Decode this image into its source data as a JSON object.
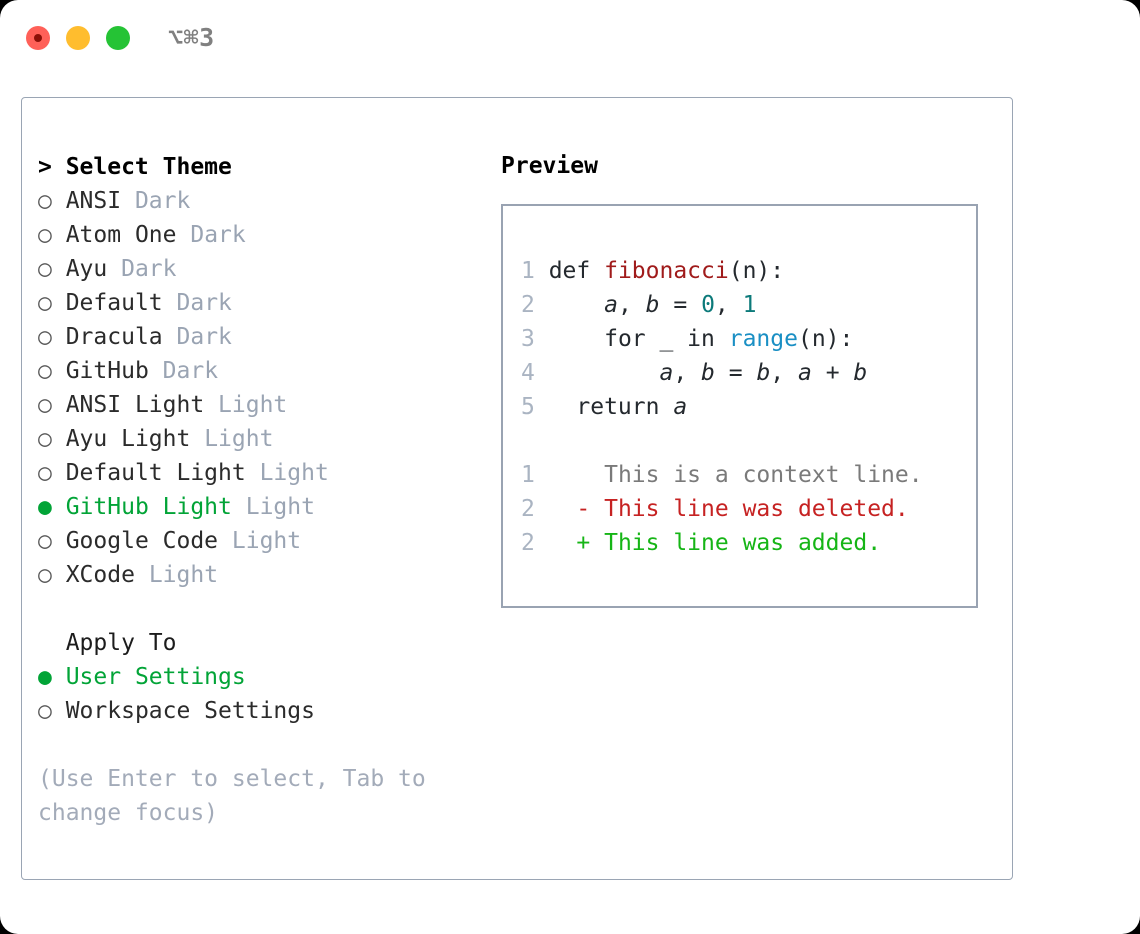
{
  "titlebar": {
    "shortcut": "⌥⌘3",
    "buttons": [
      {
        "name": "close",
        "color": "#ff6058"
      },
      {
        "name": "minimize",
        "color": "#ffbd2e"
      },
      {
        "name": "maximize",
        "color": "#25c335"
      }
    ]
  },
  "theme_list": {
    "header": "> Select Theme",
    "items": [
      {
        "marker": "○",
        "name": "ANSI",
        "kind": "Dark",
        "selected": false
      },
      {
        "marker": "○",
        "name": "Atom One",
        "kind": "Dark",
        "selected": false
      },
      {
        "marker": "○",
        "name": "Ayu",
        "kind": "Dark",
        "selected": false
      },
      {
        "marker": "○",
        "name": "Default",
        "kind": "Dark",
        "selected": false
      },
      {
        "marker": "○",
        "name": "Dracula",
        "kind": "Dark",
        "selected": false
      },
      {
        "marker": "○",
        "name": "GitHub",
        "kind": "Dark",
        "selected": false
      },
      {
        "marker": "○",
        "name": "ANSI Light",
        "kind": "Light",
        "selected": false
      },
      {
        "marker": "○",
        "name": "Ayu Light",
        "kind": "Light",
        "selected": false
      },
      {
        "marker": "○",
        "name": "Default Light",
        "kind": "Light",
        "selected": false
      },
      {
        "marker": "●",
        "name": "GitHub Light",
        "kind": "Light",
        "selected": true
      },
      {
        "marker": "○",
        "name": "Google Code",
        "kind": "Light",
        "selected": false
      },
      {
        "marker": "○",
        "name": "XCode",
        "kind": "Light",
        "selected": false
      }
    ]
  },
  "apply_to": {
    "header": "Apply To",
    "items": [
      {
        "marker": "●",
        "name": "User Settings",
        "selected": true
      },
      {
        "marker": "○",
        "name": "Workspace Settings",
        "selected": false
      }
    ]
  },
  "hint": "(Use Enter to select, Tab to change focus)",
  "preview": {
    "title": "Preview",
    "code_lines": [
      {
        "num": "1",
        "indent": "",
        "tokens": [
          {
            "t": "def ",
            "c": "plain"
          },
          {
            "t": "fibonacci",
            "c": "func"
          },
          {
            "t": "(n):",
            "c": "plain"
          }
        ]
      },
      {
        "num": "2",
        "indent": "    ",
        "tokens": [
          {
            "t": "a",
            "c": "var"
          },
          {
            "t": ", ",
            "c": "plain"
          },
          {
            "t": "b",
            "c": "var"
          },
          {
            "t": " = ",
            "c": "plain"
          },
          {
            "t": "0",
            "c": "num"
          },
          {
            "t": ", ",
            "c": "plain"
          },
          {
            "t": "1",
            "c": "num"
          }
        ]
      },
      {
        "num": "3",
        "indent": "    ",
        "tokens": [
          {
            "t": "for _ in ",
            "c": "plain"
          },
          {
            "t": "range",
            "c": "builtin"
          },
          {
            "t": "(n):",
            "c": "plain"
          }
        ]
      },
      {
        "num": "4",
        "indent": "        ",
        "tokens": [
          {
            "t": "a",
            "c": "var"
          },
          {
            "t": ", ",
            "c": "plain"
          },
          {
            "t": "b",
            "c": "var"
          },
          {
            "t": " = ",
            "c": "plain"
          },
          {
            "t": "b",
            "c": "var"
          },
          {
            "t": ", ",
            "c": "plain"
          },
          {
            "t": "a",
            "c": "var"
          },
          {
            "t": " + ",
            "c": "plain"
          },
          {
            "t": "b",
            "c": "var"
          }
        ]
      },
      {
        "num": "5",
        "indent": "  ",
        "tokens": [
          {
            "t": "return ",
            "c": "plain"
          },
          {
            "t": "a",
            "c": "var"
          }
        ]
      }
    ],
    "diff_lines": [
      {
        "num": "1",
        "sign": " ",
        "text": " This is a context line.",
        "kind": "context"
      },
      {
        "num": "2",
        "sign": "-",
        "text": " This line was deleted.",
        "kind": "deleted"
      },
      {
        "num": "2",
        "sign": "+",
        "text": " This line was added.",
        "kind": "added"
      }
    ]
  },
  "colors": {
    "selected_green": "#02a437",
    "muted": "#9aa4b3",
    "border": "#99a3b2",
    "diff_add": "#16b516",
    "diff_del": "#c62222",
    "func": "#a01b1b",
    "number": "#0c7a7a",
    "builtin": "#1a8fc4"
  }
}
